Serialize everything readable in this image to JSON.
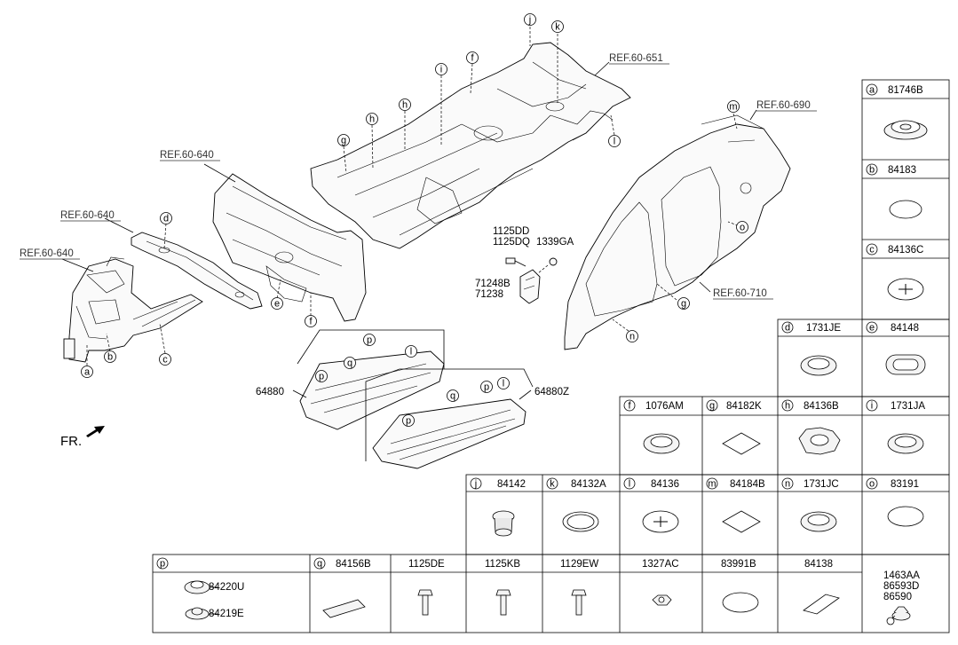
{
  "front_label": "FR.",
  "refs": [
    {
      "text": "REF.60-640"
    },
    {
      "text": "REF.60-640"
    },
    {
      "text": "REF.60-640"
    },
    {
      "text": "REF.60-651"
    },
    {
      "text": "REF.60-690"
    },
    {
      "text": "REF.60-710"
    }
  ],
  "callouts": [
    "a",
    "b",
    "c",
    "d",
    "e",
    "f",
    "g",
    "h",
    "h",
    "i",
    "f",
    "j",
    "k",
    "l",
    "m",
    "o",
    "g",
    "n",
    "p",
    "q",
    "l",
    "p",
    "p",
    "q",
    "p",
    "l"
  ],
  "diagram_parts": {
    "bolt_1": "1125DD",
    "bolt_2": "1125DQ",
    "nut": "1339GA",
    "bracket_1": "71248B",
    "bracket_2": "71238",
    "under_cover_left": "64880",
    "under_cover_right": "64880Z"
  },
  "table": {
    "right_column": [
      {
        "letter": "a",
        "part": "81746B"
      },
      {
        "letter": "b",
        "part": "84183"
      },
      {
        "letter": "c",
        "part": "84136C"
      }
    ],
    "row_de": [
      {
        "letter": "d",
        "part": "1731JE"
      },
      {
        "letter": "e",
        "part": "84148"
      }
    ],
    "row_f_i": [
      {
        "letter": "f",
        "part": "1076AM"
      },
      {
        "letter": "g",
        "part": "84182K"
      },
      {
        "letter": "h",
        "part": "84136B"
      },
      {
        "letter": "i",
        "part": "1731JA"
      }
    ],
    "row_j_o": [
      {
        "letter": "j",
        "part": "84142"
      },
      {
        "letter": "k",
        "part": "84132A"
      },
      {
        "letter": "l",
        "part": "84136"
      },
      {
        "letter": "m",
        "part": "84184B"
      },
      {
        "letter": "n",
        "part": "1731JC"
      },
      {
        "letter": "o",
        "part": "83191"
      }
    ],
    "bottom_p": {
      "letter": "p",
      "part_1": "84220U",
      "part_2": "84219E"
    },
    "bottom_q": {
      "letter": "q",
      "part": "84156B"
    },
    "bottom_others": [
      "1125DE",
      "1125KB",
      "1129EW",
      "1327AC",
      "83991B",
      "84138"
    ],
    "bottom_last": [
      "1463AA",
      "86593D",
      "86590"
    ]
  }
}
